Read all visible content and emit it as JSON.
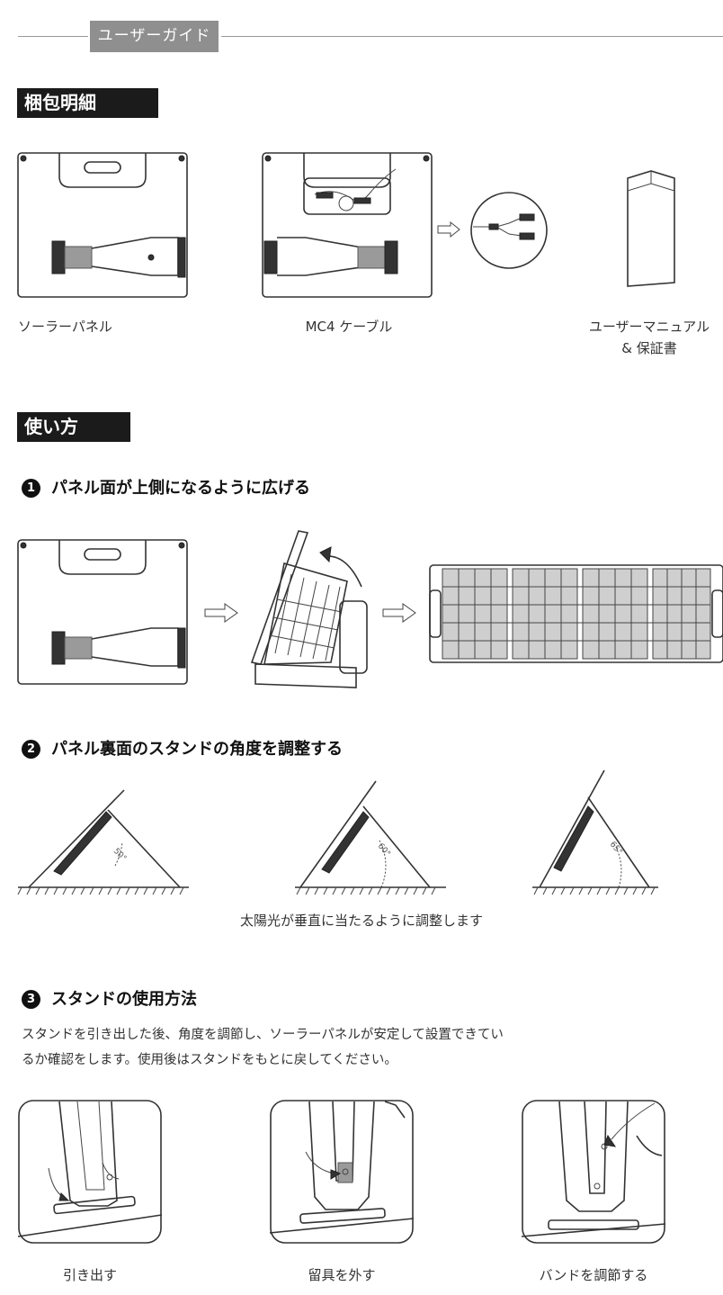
{
  "header": {
    "guide_tag": "ユーザーガイド"
  },
  "contents": {
    "heading": "梱包明細",
    "items": [
      {
        "label": "ソーラーパネル"
      },
      {
        "label": "MC4 ケーブル"
      },
      {
        "label_line1": "ユーザーマニュアル",
        "label_line2": "& 保証書"
      }
    ]
  },
  "usage": {
    "heading": "使い方",
    "steps": [
      {
        "num": "1",
        "title": "パネル面が上側になるように広げる"
      },
      {
        "num": "2",
        "title": "パネル裏面のスタンドの角度を調整する",
        "caption": "太陽光が垂直に当たるように調整します",
        "angles": [
          "50°",
          "60°",
          "65°"
        ]
      },
      {
        "num": "3",
        "title": "スタンドの使用方法",
        "desc_line1": "スタンドを引き出した後、角度を調節し、ソーラーパネルが安定して設置できてい",
        "desc_line2": "るか確認をします。使用後はスタンドをもとに戻してください。",
        "images": [
          {
            "label": "引き出す"
          },
          {
            "label": "留具を外す"
          },
          {
            "label": "バンドを調節する"
          }
        ]
      }
    ]
  }
}
